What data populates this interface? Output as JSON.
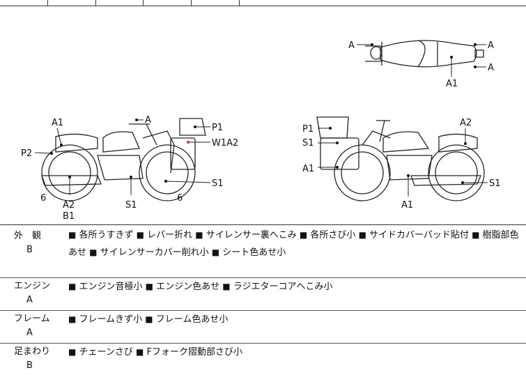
{
  "diagram": {
    "top_view": {
      "labels": [
        "A",
        "A",
        "A",
        "A1"
      ]
    },
    "left_view": {
      "labels": [
        "A1",
        "A",
        "P1",
        "W1A2",
        "P2",
        "S1",
        "6",
        "6",
        "A2",
        "B1",
        "S1"
      ]
    },
    "right_view": {
      "labels": [
        "P1",
        "S1",
        "A1",
        "A2",
        "S1",
        "A1"
      ]
    }
  },
  "sections": [
    {
      "name": "外　観",
      "grade": "B",
      "items": [
        "各所うすきず",
        "レバー折れ",
        "サイレンサー裏へこみ",
        "各所さび小",
        "サイドカバーパッド貼付",
        "樹脂部色あせ",
        "サイレンサーカバー削れ小",
        "シート色あせ小"
      ]
    },
    {
      "name": "エンジン",
      "grade": "A",
      "items": [
        "エンジン音極小",
        "エンジン色あせ",
        "ラジエターコアへこみ小"
      ]
    },
    {
      "name": "フレーム",
      "grade": "A",
      "items": [
        "フレームきず小",
        "フレーム色あせ小"
      ]
    },
    {
      "name": "足まわり",
      "grade": "B",
      "items": [
        "チェーンさび",
        "Fフォーク摺動部さび小"
      ]
    }
  ],
  "bullet": "■"
}
